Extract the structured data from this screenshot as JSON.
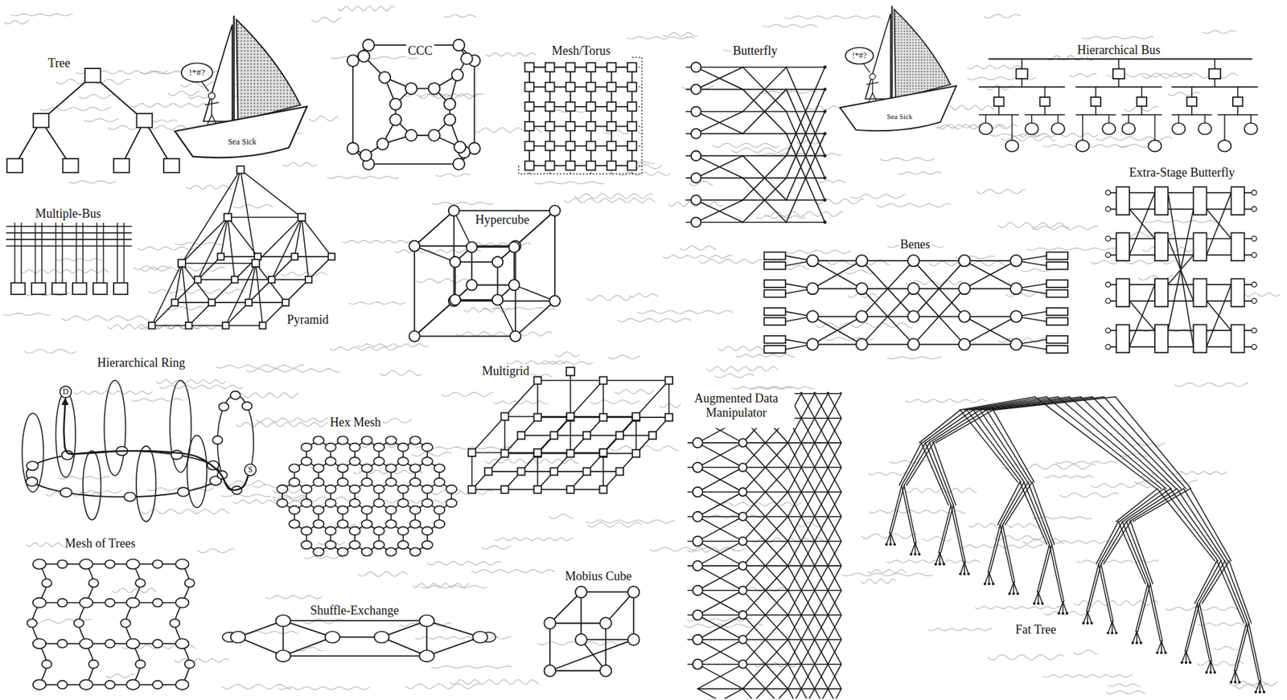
{
  "diagram": {
    "nodes": [
      {
        "text": [
          "!*#?"
        ]
      },
      {
        "text": [
          "!*#?"
        ]
      },
      {
        "text": [
          "D"
        ]
      },
      {
        "text": [
          "S"
        ]
      }
    ],
    "edges": [
      {
        "from": 3,
        "to": 2,
        "arrow": "to"
      }
    ],
    "labels": [
      "Tree",
      "Sea Sick",
      "CCC",
      "Mesh/Torus",
      "Butterfly",
      "Sea Sick",
      "Hierarchical Bus",
      "Extra-Stage Butterfly",
      "Multiple-Bus",
      "Hypercube",
      "Pyramid",
      "Benes",
      "Hierarchical Ring",
      "Multigrid",
      "Hex Mesh",
      "Augmented Data Manipulator",
      "Mesh of Trees",
      "Shuffle-Exchange",
      "Mobius Cube",
      "Fat Tree"
    ]
  }
}
